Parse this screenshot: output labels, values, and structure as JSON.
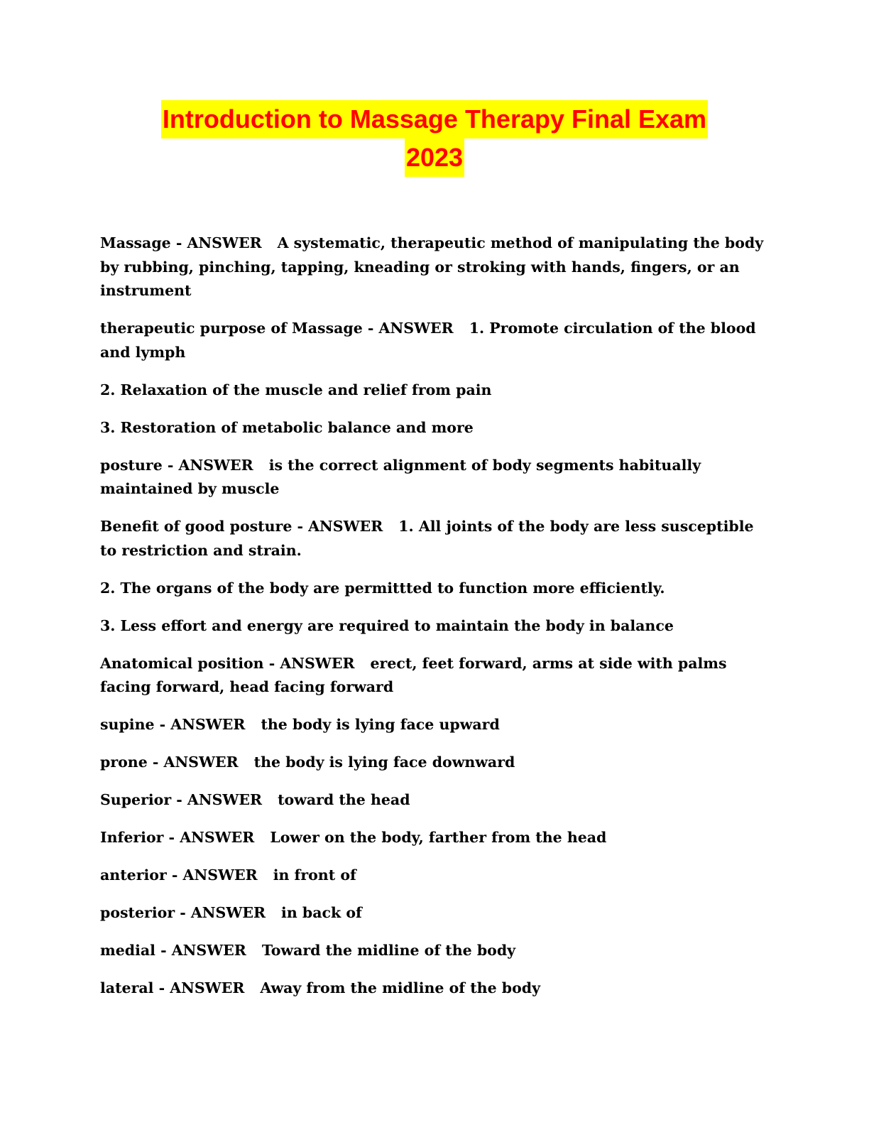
{
  "title": {
    "line1": "Introduction to Massage Therapy Final Exam",
    "line2": "2023"
  },
  "entries": [
    {
      "term": "Massage - ANSWER",
      "definition": "A systematic, therapeutic method of manipulating the body by rubbing, pinching, tapping, kneading or stroking with hands, fingers, or an instrument"
    },
    {
      "term": "therapeutic purpose of Massage - ANSWER",
      "definition": "1. Promote circulation of the blood and lymph"
    },
    {
      "term": "",
      "definition": "2. Relaxation of the muscle and relief from pain"
    },
    {
      "term": "",
      "definition": "3. Restoration of metabolic balance and more"
    },
    {
      "term": "posture - ANSWER",
      "definition": "is the correct alignment of body segments habitually maintained by muscle"
    },
    {
      "term": "Benefit of good posture - ANSWER",
      "definition": "1. All joints of the body are less susceptible to restriction and strain."
    },
    {
      "term": "",
      "definition": "2. The organs of the body are permittted to function more efficiently."
    },
    {
      "term": "",
      "definition": "3. Less effort and energy are required to maintain the body in balance"
    },
    {
      "term": "Anatomical position - ANSWER",
      "definition": "erect, feet forward, arms at side with palms facing forward, head facing forward"
    },
    {
      "term": "supine - ANSWER",
      "definition": "the body is lying face upward"
    },
    {
      "term": "prone - ANSWER",
      "definition": "the body is lying face downward"
    },
    {
      "term": "Superior - ANSWER",
      "definition": "toward the head"
    },
    {
      "term": "Inferior - ANSWER",
      "definition": "Lower on the body, farther from the head"
    },
    {
      "term": "anterior - ANSWER",
      "definition": "in front of"
    },
    {
      "term": "posterior - ANSWER",
      "definition": "in back of"
    },
    {
      "term": "medial - ANSWER",
      "definition": "Toward the midline of the body"
    },
    {
      "term": "lateral - ANSWER",
      "definition": "Away from the midline of the body"
    }
  ]
}
